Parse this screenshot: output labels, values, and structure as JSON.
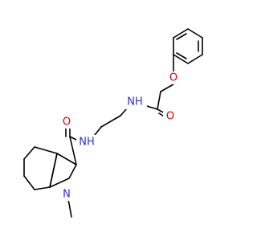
{
  "molecule": {
    "colors": {
      "bond": "#000000",
      "N": "#2f31c4",
      "O": "#d40000",
      "C": "#000000"
    },
    "atoms": [
      {
        "id": "o_carbonyl_top",
        "symbol": "O"
      },
      {
        "id": "n_amide_top",
        "symbol": "N",
        "suffix": "H"
      },
      {
        "id": "o_ether",
        "symbol": "O"
      },
      {
        "id": "o_carbonyl_bottom",
        "symbol": "O"
      },
      {
        "id": "n_amide_bottom",
        "symbol": "N",
        "suffix": "H"
      },
      {
        "id": "n_indole",
        "symbol": "N"
      }
    ]
  }
}
